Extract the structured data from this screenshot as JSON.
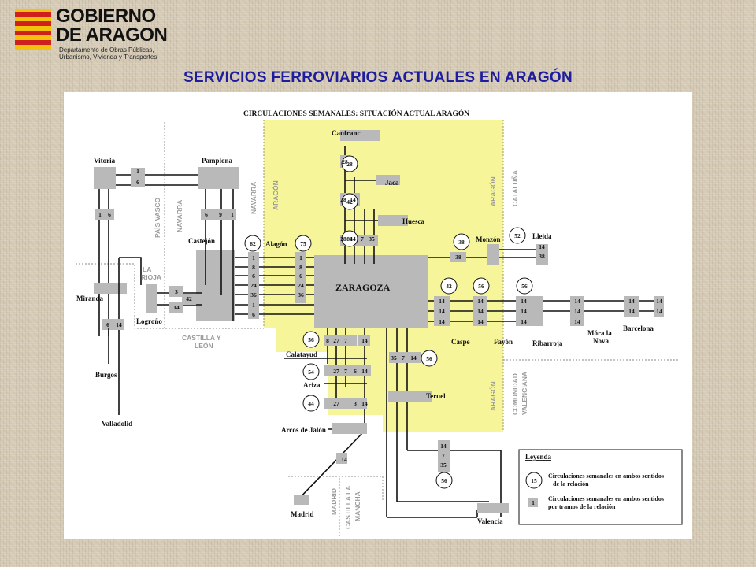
{
  "header": {
    "logo_name_line1": "GOBIERNO",
    "logo_name_line2": "DE ARAGON",
    "logo_dept_line1": "Departamento de Obras Públicas,",
    "logo_dept_line2": "Urbanismo, Vivienda y Transportes",
    "flag_colors": [
      "#f4c20d",
      "#d0201d"
    ]
  },
  "title": "SERVICIOS FERROVIARIOS ACTUALES EN ARAGÓN",
  "diagram": {
    "heading": "CIRCULACIONES SEMANALES: SITUACIÓN ACTUAL ARAGÓN",
    "aragon_fill": "#f7f59a",
    "city_labels": [
      {
        "id": "canfranc",
        "text": "Canfranc"
      },
      {
        "id": "jaca",
        "text": "Jaca"
      },
      {
        "id": "huesca",
        "text": "Huesca"
      },
      {
        "id": "monzon",
        "text": "Monzón"
      },
      {
        "id": "lleida",
        "text": "Lleida"
      },
      {
        "id": "vitoria",
        "text": "Vitoria"
      },
      {
        "id": "pamplona",
        "text": "Pamplona"
      },
      {
        "id": "castejon",
        "text": "Castejón"
      },
      {
        "id": "alagon",
        "text": "Alagón"
      },
      {
        "id": "zaragoza",
        "text": "ZARAGOZA"
      },
      {
        "id": "miranda",
        "text": "Miranda"
      },
      {
        "id": "logrono",
        "text": "Logroño"
      },
      {
        "id": "burgos",
        "text": "Burgos"
      },
      {
        "id": "valladolid",
        "text": "Valladolid"
      },
      {
        "id": "calatayud",
        "text": "Calatayud"
      },
      {
        "id": "ariza",
        "text": "Ariza"
      },
      {
        "id": "arcos",
        "text": "Arcos de Jalón"
      },
      {
        "id": "madrid",
        "text": "Madrid"
      },
      {
        "id": "teruel",
        "text": "Teruel"
      },
      {
        "id": "valencia",
        "text": "Valencia"
      },
      {
        "id": "caspe",
        "text": "Caspe"
      },
      {
        "id": "fayon",
        "text": "Fayón"
      },
      {
        "id": "ribarroja",
        "text": "Ribarroja"
      },
      {
        "id": "mora1",
        "text": "Móra la"
      },
      {
        "id": "mora2",
        "text": "Nova"
      },
      {
        "id": "barcelona",
        "text": "Barcelona"
      }
    ],
    "region_labels": [
      {
        "id": "pais-vasco",
        "text": "PAÍS VASCO"
      },
      {
        "id": "navarra-a",
        "text": "NAVARRA"
      },
      {
        "id": "navarra-b",
        "text": "NAVARRA"
      },
      {
        "id": "aragon-a",
        "text": "ARAGÓN"
      },
      {
        "id": "aragon-b",
        "text": "ARAGÓN"
      },
      {
        "id": "cataluna",
        "text": "CATALUÑA"
      },
      {
        "id": "la-rioja-1",
        "text": "LA"
      },
      {
        "id": "la-rioja-2",
        "text": "RIOJA"
      },
      {
        "id": "cyl-1",
        "text": "CASTILLA Y"
      },
      {
        "id": "cyl-2",
        "text": "LEÓN"
      },
      {
        "id": "aragon-c",
        "text": "ARAGÓN"
      },
      {
        "id": "cv-1",
        "text": "COMUNIDAD"
      },
      {
        "id": "cv-2",
        "text": "VALENCIANA"
      },
      {
        "id": "madrid-r",
        "text": "MADRID"
      },
      {
        "id": "clm-1",
        "text": "CASTILLA LA"
      },
      {
        "id": "clm-2",
        "text": "MANCHA"
      }
    ],
    "circle_totals": [
      {
        "id": "c-canfranc",
        "value": "28"
      },
      {
        "id": "c-jaca",
        "value": "42"
      },
      {
        "id": "c-huesca",
        "value": "84"
      },
      {
        "id": "c-castejon",
        "value": "82"
      },
      {
        "id": "c-alagon",
        "value": "75"
      },
      {
        "id": "c-monzon",
        "value": "38"
      },
      {
        "id": "c-lleida",
        "value": "52"
      },
      {
        "id": "c-caspe",
        "value": "42"
      },
      {
        "id": "c-fayon",
        "value": "56"
      },
      {
        "id": "c-ribarroja",
        "value": "56"
      },
      {
        "id": "c-calatayud",
        "value": "56"
      },
      {
        "id": "c-ariza",
        "value": "54"
      },
      {
        "id": "c-arcos",
        "value": "44"
      },
      {
        "id": "c-teruel",
        "value": "56"
      },
      {
        "id": "c-valencia",
        "value": "56"
      }
    ],
    "segment_values": [
      {
        "id": "s-canfranc",
        "value": "28"
      },
      {
        "id": "s-jaca-1",
        "value": "28"
      },
      {
        "id": "s-jaca-2",
        "value": "14"
      },
      {
        "id": "s-hu-1",
        "value": "28"
      },
      {
        "id": "s-hu-2",
        "value": "14"
      },
      {
        "id": "s-hu-3",
        "value": "7"
      },
      {
        "id": "s-hu-4",
        "value": "35"
      },
      {
        "id": "s-monzon",
        "value": "38"
      },
      {
        "id": "s-lleida-1",
        "value": "14"
      },
      {
        "id": "s-lleida-2",
        "value": "38"
      },
      {
        "id": "s-vit-1",
        "value": "1"
      },
      {
        "id": "s-vit-2",
        "value": "6"
      },
      {
        "id": "s-vit-3",
        "value": "1"
      },
      {
        "id": "s-vit-4",
        "value": "6"
      },
      {
        "id": "s-pam-1",
        "value": "6"
      },
      {
        "id": "s-pam-2",
        "value": "9"
      },
      {
        "id": "s-pam-3",
        "value": "1"
      },
      {
        "id": "s-cas-1",
        "value": "1"
      },
      {
        "id": "s-cas-2",
        "value": "8"
      },
      {
        "id": "s-cas-3",
        "value": "6"
      },
      {
        "id": "s-cas-4",
        "value": "24"
      },
      {
        "id": "s-cas-5",
        "value": "36"
      },
      {
        "id": "s-cas-6",
        "value": "1"
      },
      {
        "id": "s-cas-7",
        "value": "6"
      },
      {
        "id": "s-ala-1",
        "value": "1"
      },
      {
        "id": "s-ala-2",
        "value": "8"
      },
      {
        "id": "s-ala-3",
        "value": "6"
      },
      {
        "id": "s-ala-4",
        "value": "24"
      },
      {
        "id": "s-ala-5",
        "value": "36"
      },
      {
        "id": "s-log-1",
        "value": "3"
      },
      {
        "id": "s-log-2",
        "value": "42"
      },
      {
        "id": "s-log-3",
        "value": "14"
      },
      {
        "id": "s-bur-1",
        "value": "6"
      },
      {
        "id": "s-bur-2",
        "value": "14"
      },
      {
        "id": "s-cal-1",
        "value": "8"
      },
      {
        "id": "s-cal-2",
        "value": "27"
      },
      {
        "id": "s-cal-3",
        "value": "7"
      },
      {
        "id": "s-cal-4",
        "value": "14"
      },
      {
        "id": "s-ari-1",
        "value": "27"
      },
      {
        "id": "s-ari-2",
        "value": "7"
      },
      {
        "id": "s-ari-3",
        "value": "6"
      },
      {
        "id": "s-ari-4",
        "value": "14"
      },
      {
        "id": "s-arc-1",
        "value": "27"
      },
      {
        "id": "s-arc-2",
        "value": "3"
      },
      {
        "id": "s-arc-3",
        "value": "14"
      },
      {
        "id": "s-mad",
        "value": "14"
      },
      {
        "id": "s-ter-1",
        "value": "35"
      },
      {
        "id": "s-ter-2",
        "value": "7"
      },
      {
        "id": "s-ter-3",
        "value": "14"
      },
      {
        "id": "s-val-1",
        "value": "14"
      },
      {
        "id": "s-val-2",
        "value": "7"
      },
      {
        "id": "s-val-3",
        "value": "35"
      },
      {
        "id": "s-e-1",
        "value": "14"
      },
      {
        "id": "s-e-2",
        "value": "14"
      },
      {
        "id": "s-e-3",
        "value": "14"
      },
      {
        "id": "s-e-4",
        "value": "14"
      },
      {
        "id": "s-e-5",
        "value": "14"
      },
      {
        "id": "s-e-6",
        "value": "14"
      },
      {
        "id": "s-e-7",
        "value": "14"
      },
      {
        "id": "s-e-8",
        "value": "14"
      },
      {
        "id": "s-e-9",
        "value": "14"
      },
      {
        "id": "s-e-10",
        "value": "14"
      },
      {
        "id": "s-e-11",
        "value": "14"
      },
      {
        "id": "s-e-12",
        "value": "14"
      },
      {
        "id": "s-e-13",
        "value": "14"
      },
      {
        "id": "s-e-14",
        "value": "14"
      },
      {
        "id": "s-e-15",
        "value": "14"
      },
      {
        "id": "s-e-16",
        "value": "14"
      }
    ],
    "legend": {
      "title": "Leyenda",
      "circle_example": "15",
      "circle_text_1": "Circulaciones semanales en ambos sentidos",
      "circle_text_2": "de la relación",
      "box_example": "1",
      "box_text_1": "Circulaciones semanales en ambos sentidos",
      "box_text_2": "por tramos de la relación"
    }
  }
}
